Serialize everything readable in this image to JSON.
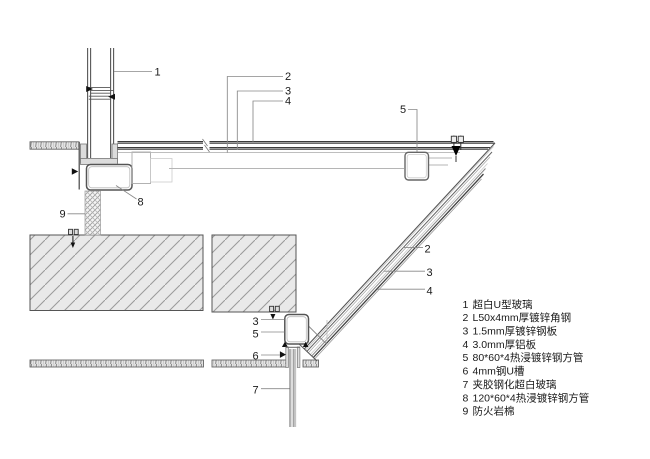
{
  "drawing_type": "construction-detail-section",
  "callouts": {
    "wall": "1",
    "ceiling_top": [
      "2",
      "3",
      "4"
    ],
    "hanger_tube": "5",
    "base_tube": "8",
    "rock_wool": "9",
    "diagonal": [
      "2",
      "3",
      "4"
    ],
    "bottom": [
      "3",
      "5",
      "6",
      "7"
    ]
  },
  "legend": {
    "items": [
      {
        "num": "1",
        "desc": "超白U型玻璃"
      },
      {
        "num": "2",
        "desc": "L50x4mm厚镀锌角钢"
      },
      {
        "num": "3",
        "desc": "1.5mm厚镀锌钢板"
      },
      {
        "num": "4",
        "desc": "3.0mm厚铝板"
      },
      {
        "num": "5",
        "desc": "80*60*4热浸镀锌钢方管"
      },
      {
        "num": "6",
        "desc": "4mm钢U槽"
      },
      {
        "num": "7",
        "desc": "夹胶钢化超白玻璃"
      },
      {
        "num": "8",
        "desc": "120*60*4热浸镀锌钢方管"
      },
      {
        "num": "9",
        "desc": "防火岩棉"
      }
    ]
  },
  "colors": {
    "background": "#ffffff",
    "line_dark": "#3a3a3a",
    "line_medium": "#666666",
    "line_light": "#b5b5b5",
    "concrete_fill": "#e9e9e9",
    "hatch_line": "#9a9a9a",
    "text": "#1a1a1a"
  }
}
